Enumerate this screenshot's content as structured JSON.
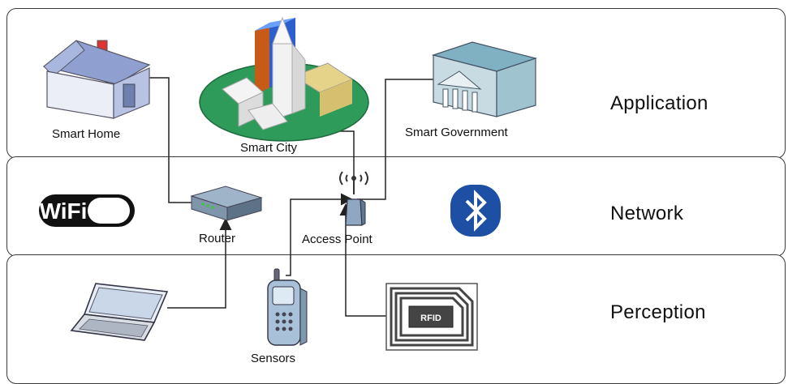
{
  "layers": {
    "application": "Application",
    "network": "Network",
    "perception": "Perception"
  },
  "nodes": {
    "smart_home": "Smart Home",
    "smart_city": "Smart City",
    "smart_government": "Smart Government",
    "router": "Router",
    "access_point": "Access Point",
    "sensors": "Sensors"
  },
  "badges": {
    "wifi_text": "WiFi",
    "rfid_text": "RFID"
  },
  "colors": {
    "bluetooth": "#1d4fa5",
    "city_ground": "#2e9b5a",
    "house_roof": "#7f8fbf",
    "gov_roof": "#6e9fb0"
  }
}
